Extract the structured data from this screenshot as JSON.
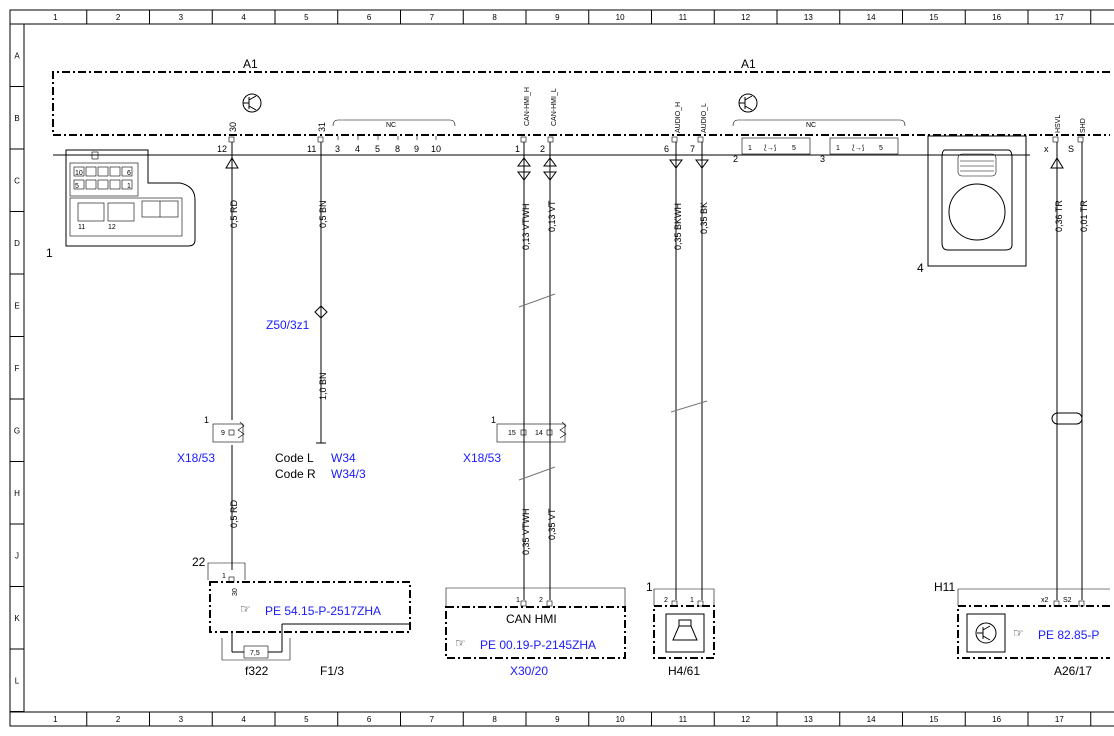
{
  "frame": {
    "columns": [
      "1",
      "2",
      "3",
      "4",
      "5",
      "6",
      "7",
      "8",
      "9",
      "10",
      "11",
      "12",
      "13",
      "14",
      "15",
      "16",
      "17"
    ],
    "rows": [
      "A",
      "B",
      "C",
      "D",
      "E",
      "F",
      "G",
      "H",
      "J",
      "K",
      "L"
    ]
  },
  "components": {
    "a1_left": "A1",
    "a1_right": "A1",
    "a1_connector_1": "1",
    "a1_connector_4": "4",
    "x18_53_left": "X18/53",
    "x18_53_right": "X18/53",
    "z50": "Z50/3z1",
    "code_l": "Code L",
    "code_l_value": "W34",
    "code_r": "Code R",
    "code_r_value": "W34/3",
    "f1_3": "F1/3",
    "f322": "f322",
    "fuse_rating": "7,5",
    "x30_20": "X30/20",
    "can_hmi": "CAN HMI",
    "h4_61": "H4/61",
    "a26_17": "A26/17",
    "h11": "H11",
    "nc": "NC"
  },
  "pins": {
    "p30": "30",
    "p31": "31",
    "can_h": "CAN-HMI_H",
    "can_l": "CAN-HMI_L",
    "audio_h": "AUDIO_H",
    "audio_l": "AUDIO_L",
    "hsvl": "HSVL",
    "shd": "SHD",
    "n12": "12",
    "n11": "11",
    "n3": "3",
    "n4": "4",
    "n5": "5",
    "n8": "8",
    "n9": "9",
    "n10": "10",
    "n1": "1",
    "n2": "2",
    "n6": "6",
    "n7": "7",
    "c2": "2",
    "c1a": "1",
    "c5a": "5",
    "c3": "3",
    "c1b": "1",
    "c5b": "5",
    "nx": "x",
    "ns": "S",
    "x18_9": "9",
    "x18_15": "15",
    "x18_14": "14",
    "x18_num_l": "1",
    "x18_num_r": "1",
    "f_22": "22",
    "f_1": "1",
    "f_30": "30",
    "x30_1": "1",
    "x30_2": "2",
    "h4_1num": "1",
    "h4_2": "2",
    "h4_1": "1",
    "a26_x2": "x2",
    "a26_s2": "S2"
  },
  "wires": {
    "rd1": "0,5 RD",
    "bn1": "0,5 BN",
    "bn2": "1,0 BN",
    "vtwh1": "0,13 VTWH",
    "vt1": "0,13 VT",
    "bkwh": "0,35 BKWH",
    "bk": "0,35 BK",
    "tr36": "0,36 TR",
    "tr01": "0,01 TR",
    "rd2": "0,5 RD",
    "vtwh2": "0,35 VTWH",
    "vt2": "0,35 VT"
  },
  "references": {
    "pe54": "PE 54.15-P-2517ZHA",
    "pe00": "PE 00.19-P-2145ZHA",
    "pe82": "PE 82.85-P"
  },
  "colors": {
    "link": "#1a1aff",
    "line": "#000000"
  }
}
